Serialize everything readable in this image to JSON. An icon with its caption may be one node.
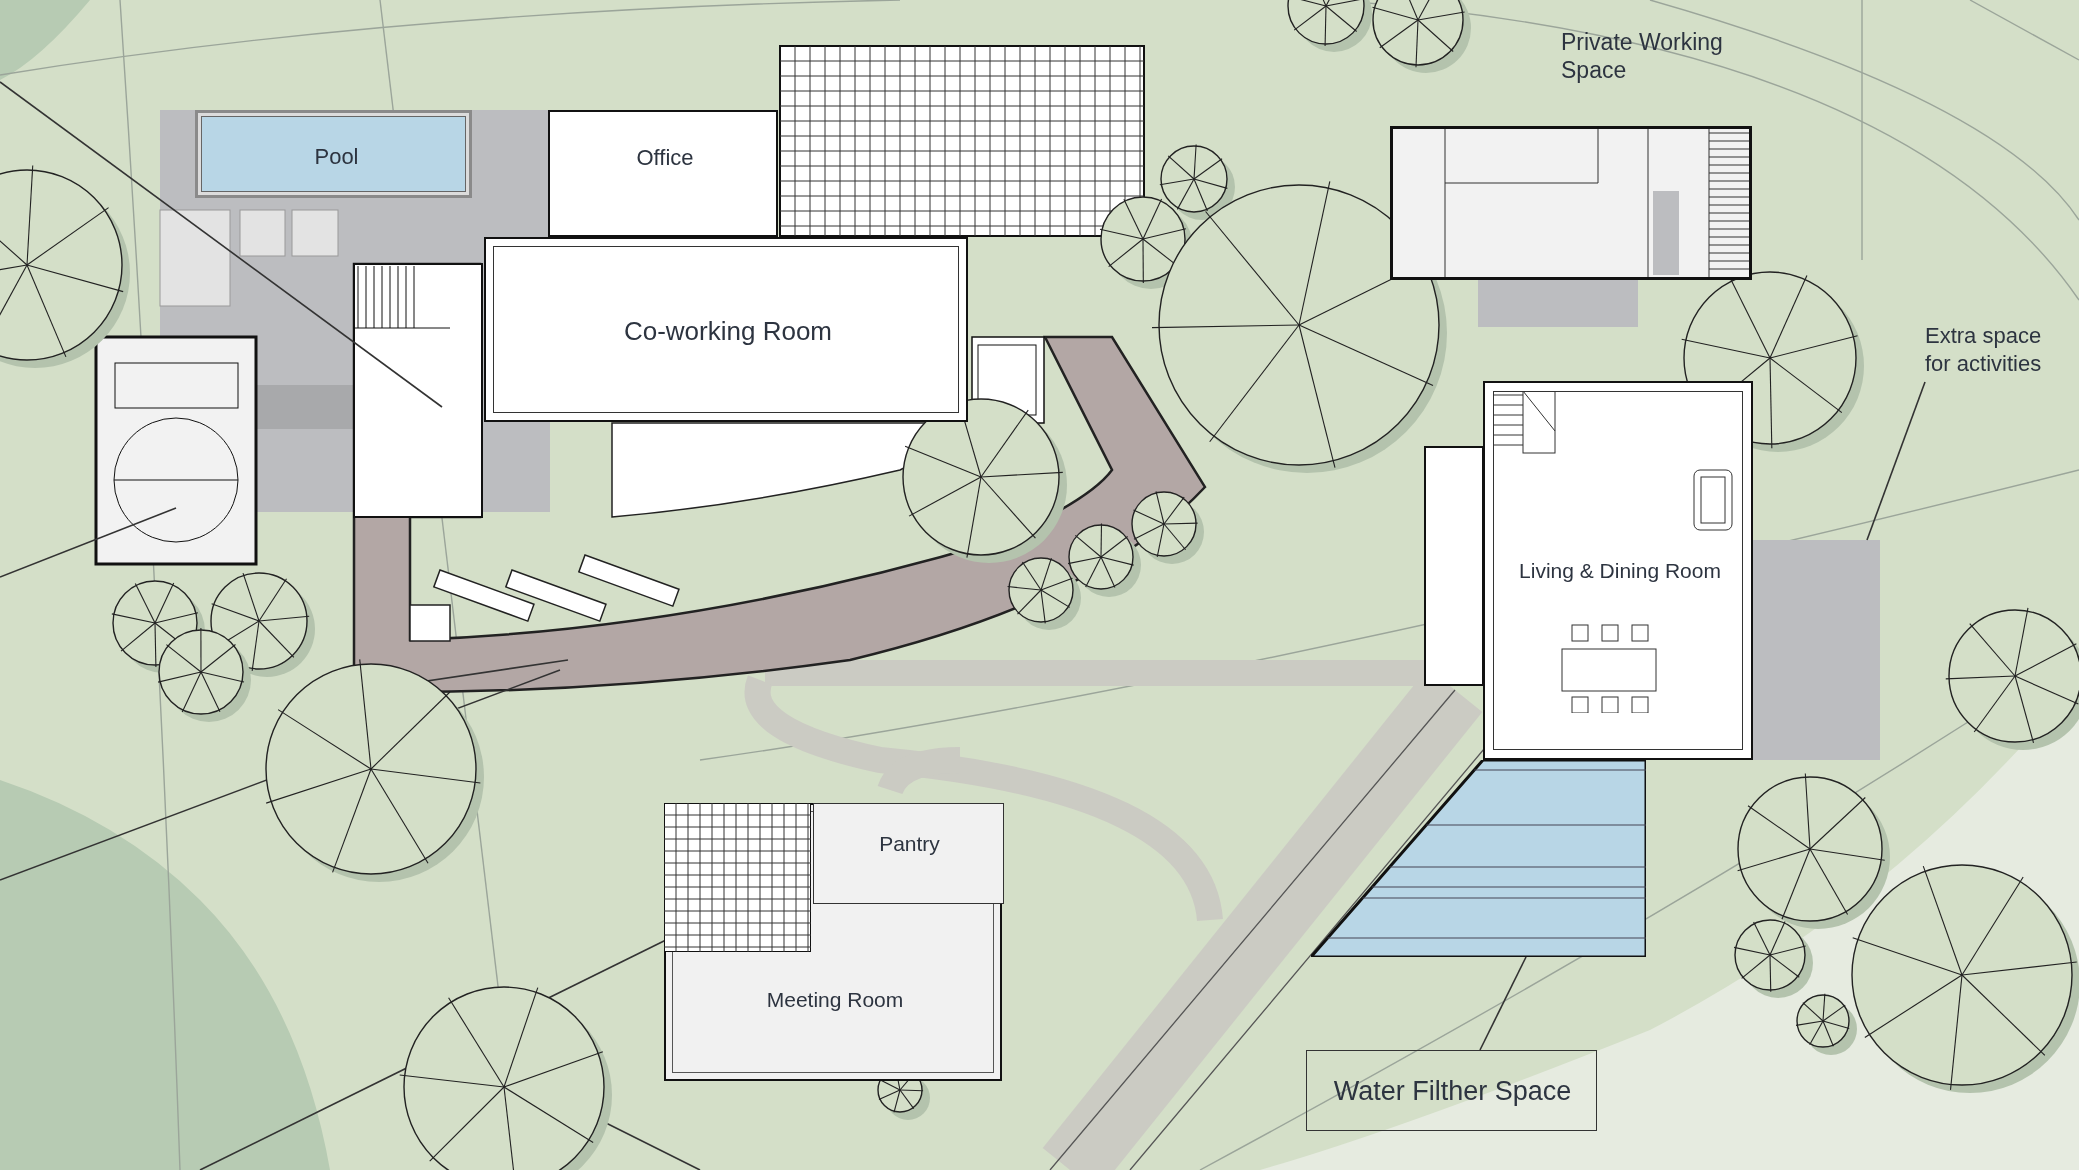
{
  "diagram": {
    "nodes": [
      {
        "text": [
          "Pool"
        ]
      },
      {
        "text": [
          "Office"
        ]
      },
      {
        "text": [
          "Co-working Room"
        ]
      },
      {
        "text": [
          "Living & Dining Room"
        ]
      },
      {
        "text": [
          "Meeting Room"
        ]
      },
      {
        "text": [
          "Pantry"
        ],
        "in": 4
      },
      {
        "text": [
          "Private Working Space"
        ]
      },
      {
        "text": [
          "Extra space for activities"
        ]
      },
      {
        "text": [],
        "shape": "box"
      },
      {
        "text": [
          "Water Filther Space"
        ]
      },
      {
        "text": [],
        "shape": "box"
      }
    ],
    "edges": [
      {
        "from": 7,
        "to": 8,
        "arrow": "none"
      },
      {
        "from": 9,
        "to": 10,
        "arrow": "none"
      }
    ]
  }
}
